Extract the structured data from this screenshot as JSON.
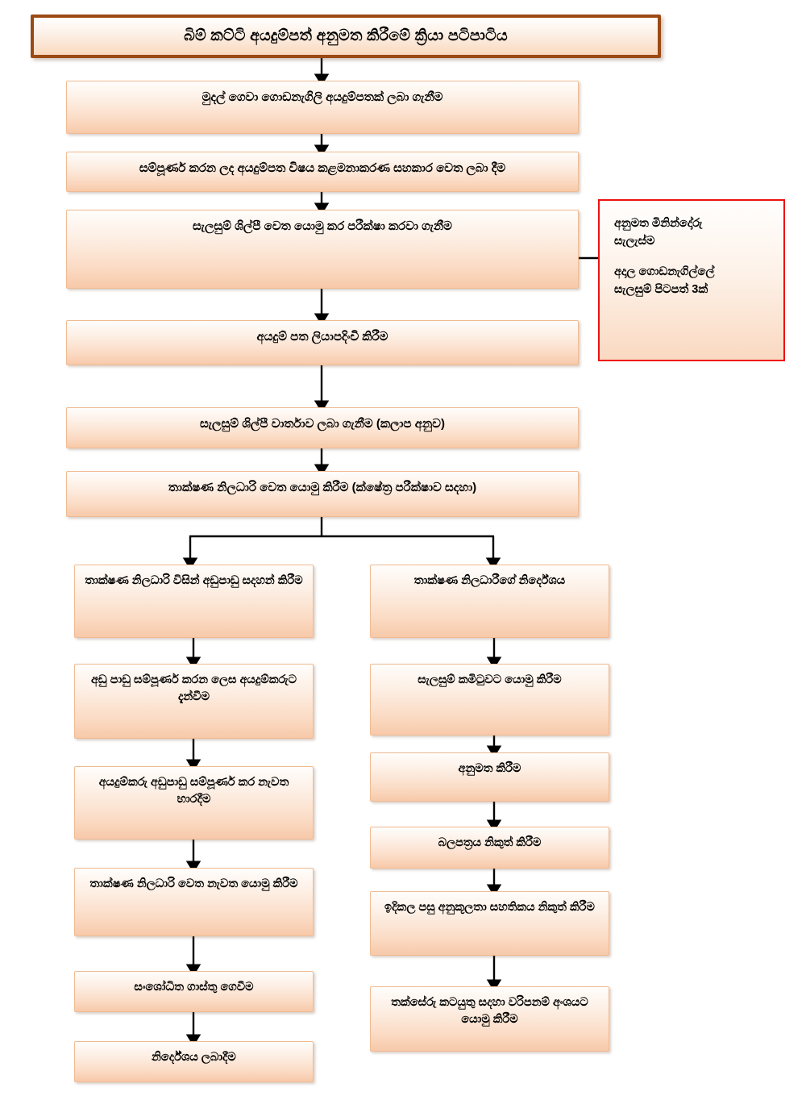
{
  "title": {
    "text": "බිම් කට්ටි අයදුම්පත් අනුමත කිරීමේ ක්‍රියා පටිපාටිය"
  },
  "main_flow": [
    {
      "id": "step-1",
      "text": "මුදල් ගෙවා  ගොඩනැගිලි අයදුම්පතක් ලබා ගැනීම"
    },
    {
      "id": "step-2",
      "text": "සම්පූර්ණ කරන ලද අයදුම්පත විෂය කළමනාකරණ සහකාර වෙත ලබා දීම"
    },
    {
      "id": "step-3",
      "text": "සැලසුම් ශිල්පී වෙත යොමු කර පරීක්ෂා කරවා ගැනීම"
    },
    {
      "id": "step-4",
      "text": "අයදුම් පත ලියාපදිංචි කිරීම"
    },
    {
      "id": "step-5",
      "text": "සැලසුම් ශිල්පී වාර්තාව ලබා ගැනීම (කලාප අනුව)"
    },
    {
      "id": "step-6",
      "text": "තාක්ෂණ නිලධාරි වෙත යොමු කිරීම (ක්ෂේත්‍ර පරීක්ෂාව සදහා)"
    }
  ],
  "note_box": {
    "line1": "අනුමත මිනින්දෝරු",
    "line2": "සැලැස්ම",
    "line3": "අදාල ගොඩනැගිල්ලේ",
    "line4": "සැලසුම් පිටපත් 3ක්",
    "border_color": "#ee1111"
  },
  "left_branch": [
    {
      "id": "left-1",
      "text": "තාක්ෂණ නිලධාරි විසින් අඩුපාඩු සදහන් කිරීම"
    },
    {
      "id": "left-2",
      "text": "අඩු පාඩු සම්පූර්ණ කරන ලෙස අයදුම්කරුට දැන්වීම"
    },
    {
      "id": "left-3",
      "text": "අයදුම්කරු අඩුපාඩු සම්පූර්ණ කර නැවත භාරදීම"
    },
    {
      "id": "left-4",
      "text": "තාක්ෂණ නිලධාරි වෙත නැවත යොමු කිරීම"
    },
    {
      "id": "left-5",
      "text": "සංශෝධිත ගාස්තු ගෙවීම"
    },
    {
      "id": "left-6",
      "text": "නිර්දේශය ලබාදීම"
    }
  ],
  "right_branch": [
    {
      "id": "right-1",
      "text": "තාක්ෂණ නිලධාරීගේ නිර්දේශය"
    },
    {
      "id": "right-2",
      "text": "සැලසුම් කමිටුවට යොමු කිරීම"
    },
    {
      "id": "right-3",
      "text": "අනුමත කිරීම"
    },
    {
      "id": "right-4",
      "text": "බලපත්‍රය නිකුත් කිරීම"
    },
    {
      "id": "right-5",
      "text": "ඉදිකල පසු අනුකූලතා සහතිකය නිකුත් කිරීම"
    },
    {
      "id": "right-6",
      "text": "තක්සේරු කටයුතු සදහා වරිපනම් අංශයට යොමු කිරීම"
    }
  ],
  "colors": {
    "box_border": "#f0bb92",
    "box_fill_top": "#fffdfb",
    "box_fill_bottom": "#f7c9a9",
    "title_border": "#9c4a14",
    "note_border": "#ee1111",
    "arrow": "#000000"
  }
}
